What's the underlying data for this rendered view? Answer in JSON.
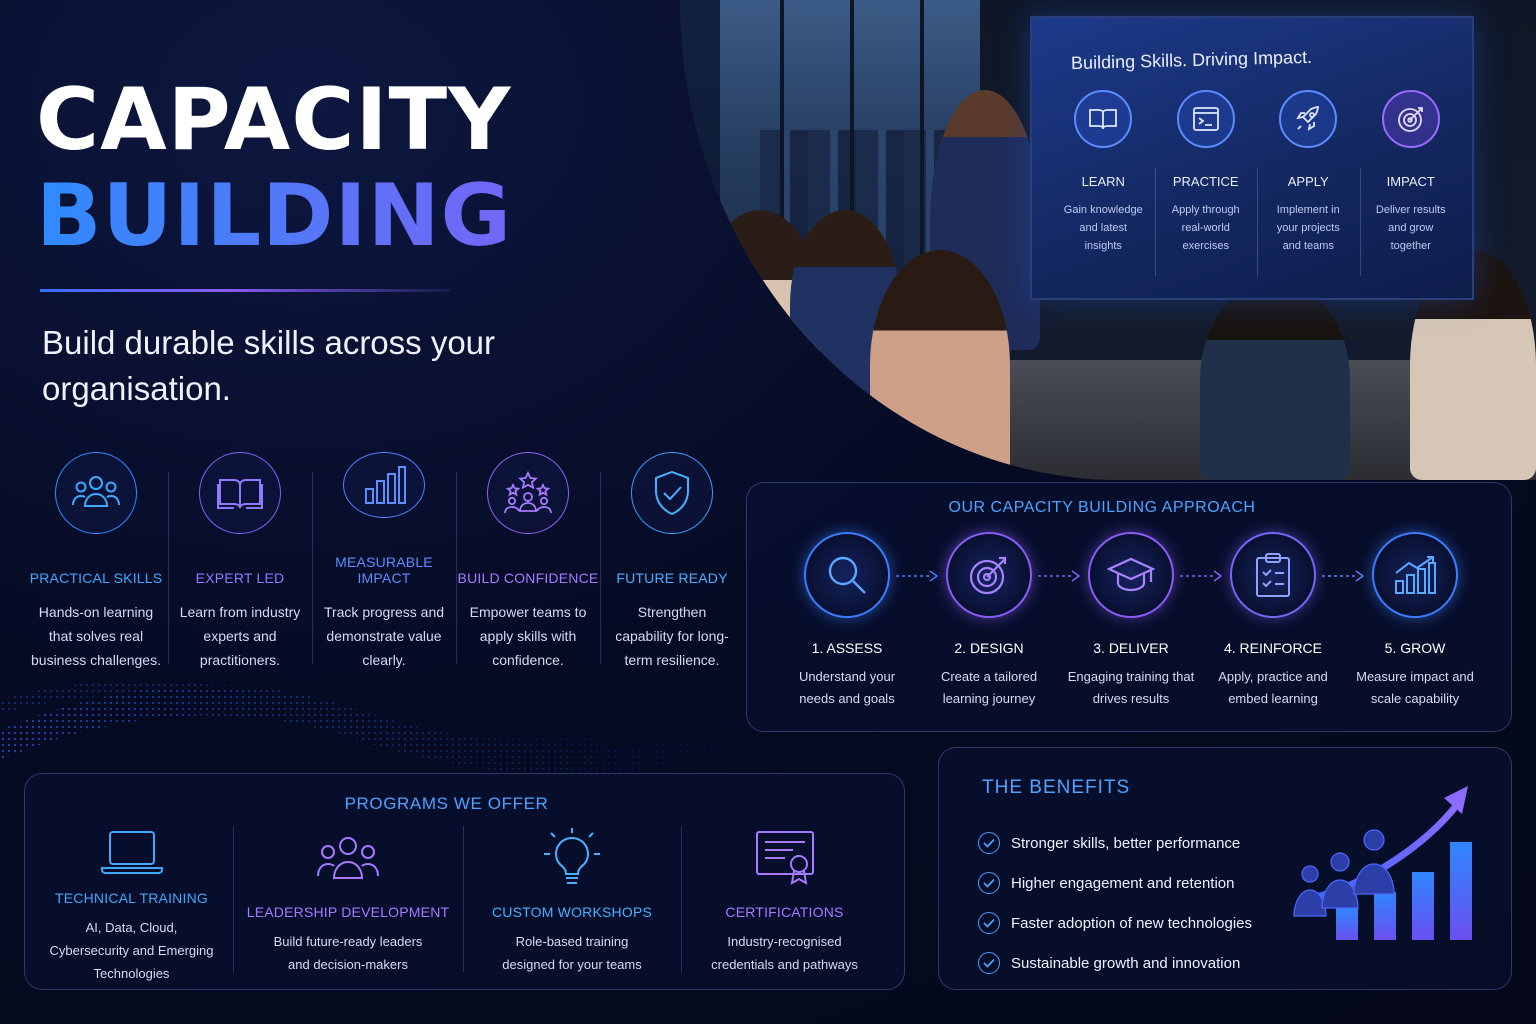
{
  "hero": {
    "title_line1": "CAPACITY",
    "title_line2": "BUILDING",
    "subtitle": "Build durable skills across your organisation."
  },
  "features": [
    {
      "icon": "team-icon",
      "title": "PRACTICAL SKILLS",
      "description": "Hands-on learning that solves real business challenges.",
      "color": "#3fa8ff"
    },
    {
      "icon": "book-icon",
      "title": "EXPERT LED",
      "description": "Learn from industry experts and practitioners.",
      "color": "#8f79ff"
    },
    {
      "icon": "bar-chart-icon",
      "title": "MEASURABLE IMPACT",
      "description": "Track progress and demonstrate value clearly.",
      "color": "#5c8eff"
    },
    {
      "icon": "star-team-icon",
      "title": "BUILD CONFIDENCE",
      "description": "Empower teams to apply skills with confidence.",
      "color": "#a779ff"
    },
    {
      "icon": "shield-check-icon",
      "title": "FUTURE READY",
      "description": "Strengthen capability for long-term resilience.",
      "color": "#49b0ff"
    }
  ],
  "screen": {
    "title": "Building Skills. Driving Impact.",
    "steps": [
      {
        "icon": "book-icon",
        "label": "LEARN",
        "description": "Gain knowledge and latest insights"
      },
      {
        "icon": "code-window-icon",
        "label": "PRACTICE",
        "description": "Apply through real-world exercises"
      },
      {
        "icon": "rocket-icon",
        "label": "APPLY",
        "description": "Implement in your projects and teams"
      },
      {
        "icon": "target-icon",
        "label": "IMPACT",
        "description": "Deliver results and grow together"
      }
    ]
  },
  "approach": {
    "title": "OUR CAPACITY BUILDING APPROACH",
    "steps": [
      {
        "icon": "search-icon",
        "label": "1. ASSESS",
        "description": "Understand your needs and goals"
      },
      {
        "icon": "target-icon",
        "label": "2. DESIGN",
        "description": "Create a tailored learning journey"
      },
      {
        "icon": "graduation-cap-icon",
        "label": "3. DELIVER",
        "description": "Engaging training that drives results"
      },
      {
        "icon": "clipboard-check-icon",
        "label": "4. REINFORCE",
        "description": "Apply, practice and embed learning"
      },
      {
        "icon": "growth-chart-icon",
        "label": "5. GROW",
        "description": "Measure impact and scale capability"
      }
    ]
  },
  "programs": {
    "title": "PROGRAMS WE OFFER",
    "items": [
      {
        "icon": "laptop-icon",
        "title": "TECHNICAL TRAINING",
        "description": "AI, Data, Cloud, Cybersecurity and Emerging Technologies",
        "color": "#3fa8ff"
      },
      {
        "icon": "team-icon",
        "title": "LEADERSHIP DEVELOPMENT",
        "description": "Build future-ready leaders and decision-makers",
        "color": "#a779ff"
      },
      {
        "icon": "lightbulb-icon",
        "title": "CUSTOM WORKSHOPS",
        "description": "Role-based training designed for your teams",
        "color": "#49b0ff"
      },
      {
        "icon": "certificate-icon",
        "title": "CERTIFICATIONS",
        "description": "Industry-recognised credentials and pathways",
        "color": "#a779ff"
      }
    ]
  },
  "benefits": {
    "title": "THE BENEFITS",
    "items": [
      "Stronger skills, better performance",
      "Higher engagement and retention",
      "Faster adoption of new technologies",
      "Sustainable growth and innovation"
    ]
  },
  "colors": {
    "accent_blue": "#4da3ff",
    "accent_purple": "#8a5cf6",
    "background": "#060b24"
  }
}
